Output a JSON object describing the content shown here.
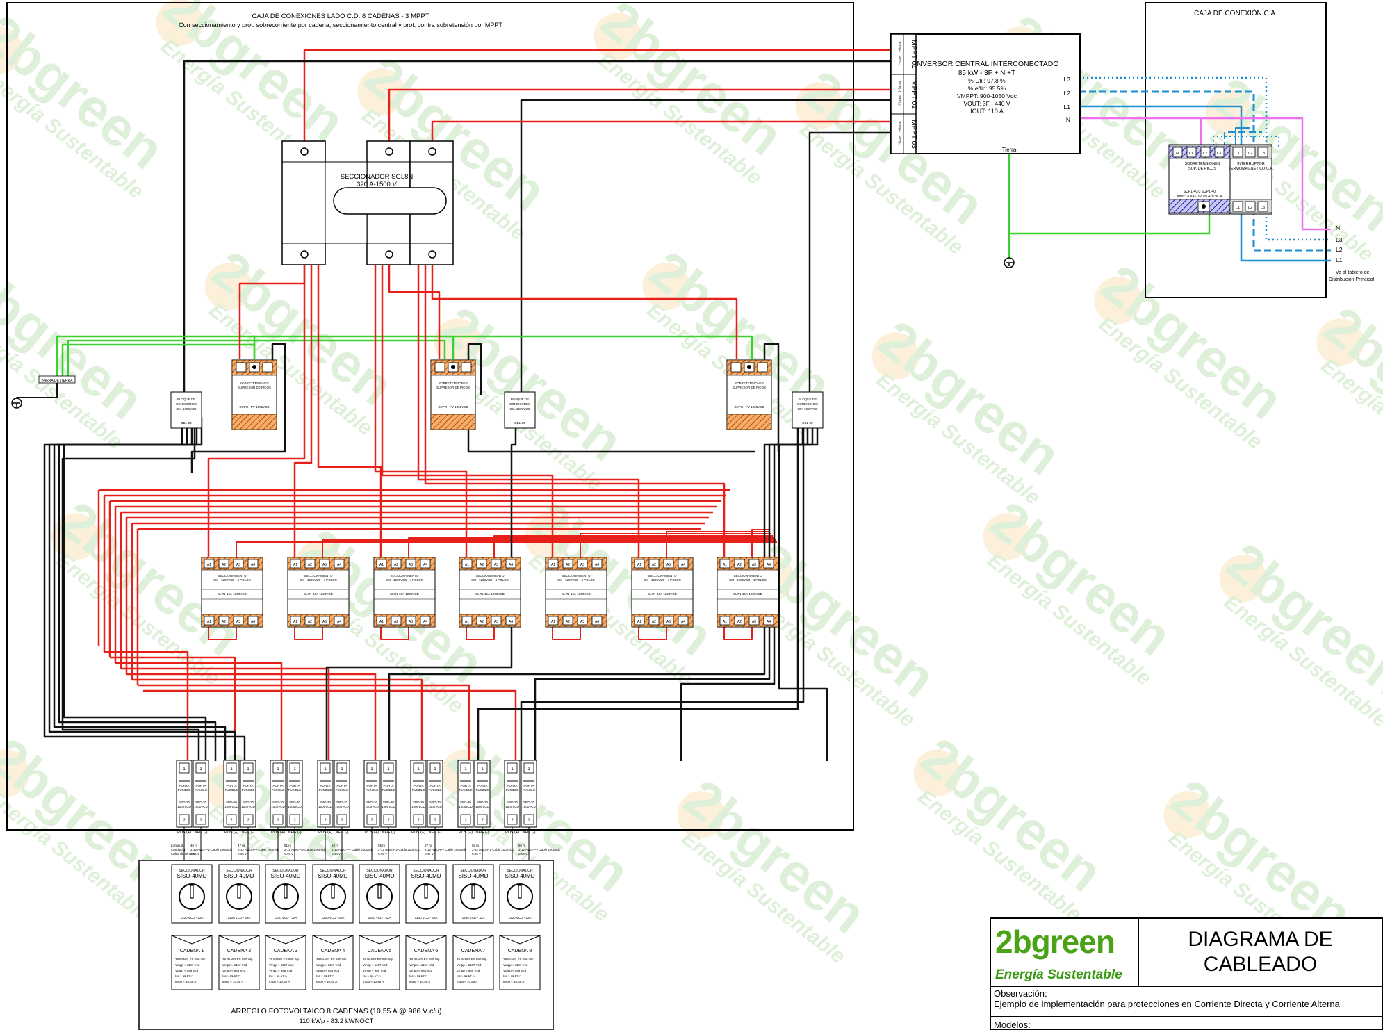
{
  "watermark": {
    "brand": "2bgreen",
    "tagline": "Energía Sustentable"
  },
  "dc_box": {
    "title": "CAJA DE CONEXIONES LADO C.D. 8 CADENAS - 3 MPPT",
    "subtitle": "Con seccionamiento y  prot. sobrecorriente por cadena, seccionamiento central y prot. contra sobretensión por MPPT"
  },
  "ac_box": {
    "title": "CAJA DE CONEXIÓN C.A."
  },
  "inverter": {
    "mppt_labels": [
      "MPPT 01",
      "MPPT 02",
      "MPPT 03"
    ],
    "pin_labels": [
      "POS(+)",
      "NEG(-)"
    ],
    "lines": [
      "INVERSOR CENTRAL INTERCONECTADO",
      "85 kW - 3F + N +T",
      "% Util: 97.8 %",
      "% effic: 95.5%",
      "VMPPT: 900-1050 Vdc",
      "VOUT: 3F - 440 V",
      "IOUT: 110 A"
    ],
    "ground_label": "Tierra"
  },
  "ac_lines_in": [
    "L3",
    "L2",
    "L1",
    "N"
  ],
  "ac_lines_out": [
    "N",
    "L3",
    "L2",
    "L1"
  ],
  "ac_out_note": [
    "Va al tablero de",
    "Distribución Principal"
  ],
  "ac_spd": {
    "label": [
      "SOBRETENSIONES",
      "SUP. DE PICOS"
    ],
    "model": [
      "SUP1-40/3 SUP1-40",
      "Imax: 20kA - 3P/1N 420 VCA"
    ],
    "pins_top": [
      "N",
      "L1",
      "L2",
      "L3"
    ]
  },
  "ac_breaker": {
    "label": [
      "INTERRUPTOR",
      "TERMOMAGNÉTICO C.A."
    ],
    "pins_top": [
      "L1",
      "L2",
      "L3"
    ],
    "pins_bottom": [
      "L1",
      "L2",
      "L3"
    ]
  },
  "main_disconnector": {
    "lines": [
      "SECCIONADOR SGL8N",
      "320 A-1500 V"
    ]
  },
  "ground_bar": {
    "label": "BARRA DE TIERRA"
  },
  "dc_spd": {
    "label": [
      "SOBRETENSIONES",
      "SUPRESOR DE PICOS"
    ],
    "model": "SUP7H-PV 1000VCD"
  },
  "terminal_block": {
    "lines": [
      "BLOQUE DE",
      "CONEXIONES",
      "80A-1000VCD"
    ],
    "model": "DBL-80"
  },
  "string_disconnector": {
    "label": [
      "SECCIONAMIENTO",
      "SM - 1200VCD - 4 POLOS"
    ],
    "model": "SL7N-16A-1200VCD",
    "pins_top": [
      "A1",
      "A2",
      "A3",
      "A4"
    ],
    "pins_bottom": [
      "A1",
      "A2",
      "A3",
      "A4"
    ]
  },
  "fuse_holder": {
    "label": [
      "PORTA",
      "FUSIBLE"
    ],
    "fuse": [
      "SRD-30",
      "1000VCD"
    ],
    "pos": "POS (+)",
    "neg": "NEG (-)"
  },
  "cable_note": {
    "lines": [
      "Longitud",
      "Conductor",
      "Caída de Tensión"
    ],
    "spec": "2-12 AWG-PV Cable 2000Vdc",
    "values": [
      [
        "40 m",
        "0.42 V"
      ],
      [
        "47 m",
        "0.45 V"
      ],
      [
        "51 m",
        "0.45 V"
      ],
      [
        "53 m",
        "0.46 V"
      ],
      [
        "55 m",
        "0.46 V"
      ],
      [
        "57 m",
        "0.47 V"
      ],
      [
        "58 m",
        "0.48 V"
      ],
      [
        "60 m",
        "0.49 V"
      ]
    ]
  },
  "pv_array": {
    "title": "ARREGLO FOTOVOLTAICO 8 CADENAS (10.55 A @ 986 V c/u)",
    "subtitle": "110 kWp   -  83.2 kWNOCT",
    "switch": {
      "label": "SECCIONADOR",
      "model": "SISO-40MD",
      "rating": "1200 VCD - 32A"
    },
    "strings": [
      "CADENA 1",
      "CADENA 2",
      "CADENA 3",
      "CADENA 4",
      "CADENA 5",
      "CADENA 6",
      "CADENA 7",
      "CADENA 8"
    ],
    "string_specs": [
      "29 PANELES 590 Wp",
      "Vmpp ≈ 1167 Vcd",
      "Vmpp ≈ 986 Vcd",
      "Isc ≈ 11.17 A",
      "Impp ≈ 10.55 A"
    ]
  },
  "title_block": {
    "brand": "2bgreen",
    "tagline": "Energía Sustentable",
    "title": "DIAGRAMA DE CABLEADO",
    "observation_label": "Observación:",
    "observation": "Ejemplo de implementación para protecciones en Corriente Directa y Corriente Alterna",
    "models_label": "Modelos:"
  }
}
